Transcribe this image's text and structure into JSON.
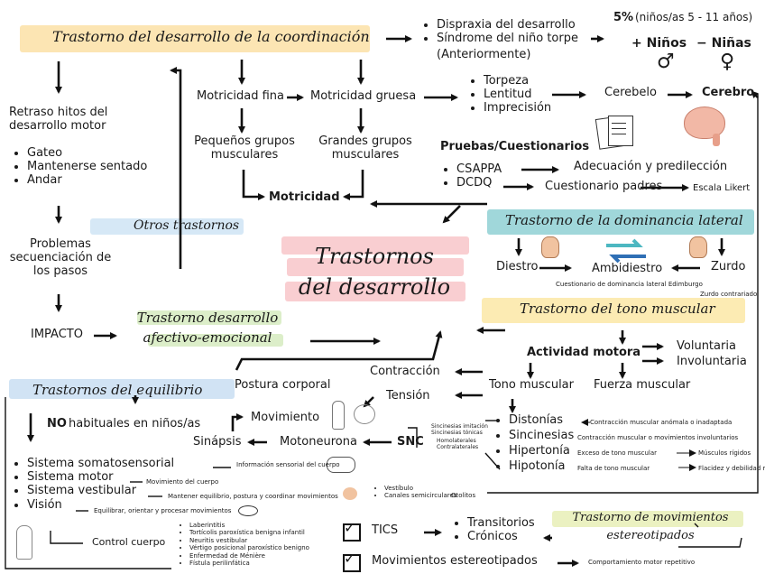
{
  "titles": {
    "coordinacion": "Trastorno del desarrollo de la coordinación",
    "otros": "Otros trastornos",
    "center": "Trastornos del desarrollo",
    "dominancia": "Trastorno de la dominancia lateral",
    "tono": "Trastorno del tono muscular",
    "afectivo": "Trastorno desarrollo afectivo-emocional",
    "equilibrio": "Trastornos del equilibrio",
    "estereotipados": "Trastorno de movimientos estereotipados"
  },
  "dispraxia": {
    "items": [
      "Dispraxia del desarrollo",
      "Síndrome del niño torpe"
    ],
    "note": "(Anteriormente)"
  },
  "stats": {
    "pct": "5%",
    "range": "(niños/as  5 - 11 años)",
    "more": "+ Niños",
    "less": "− Niñas",
    "male": "♂",
    "female": "♀"
  },
  "motricidad": {
    "fina": "Motricidad fina",
    "gruesa": "Motricidad gruesa",
    "pequenos": "Pequeños grupos musculares",
    "grandes": "Grandes grupos musculares",
    "total": "Motricidad"
  },
  "torpeza": [
    "Torpeza",
    "Lentitud",
    "Imprecisión"
  ],
  "cerebelo": "Cerebelo",
  "cerebro": "Cerebro",
  "pruebas": {
    "title": "Pruebas/Cuestionarios",
    "items": [
      "CSAPPA",
      "DCDQ"
    ],
    "adecuacion": "Adecuación y predilección",
    "cuestionario": "Cuestionario padres",
    "escala": "Escala Likert"
  },
  "retraso": {
    "title": "Retraso hitos del desarrollo motor",
    "items": [
      "Gateo",
      "Mantenerse sentado",
      "Andar"
    ],
    "problemas": "Problemas secuenciación de los pasos",
    "impacto": "IMPACTO"
  },
  "lateral": {
    "diestro": "Diestro",
    "ambidiestro": "Ambidiestro",
    "zurdo": "Zurdo",
    "edimburgo": "Cuestionario de dominancia lateral Edimburgo",
    "contrariado": "Zurdo contrariado"
  },
  "tono": {
    "actividad": "Actividad motora",
    "voluntaria": "Voluntaria",
    "involuntaria": "Involuntaria",
    "tonoMuscular": "Tono muscular",
    "fuerza": "Fuerza muscular",
    "contraccion": "Contracción",
    "tension": "Tensión",
    "snc": "SNC",
    "sincinesiasNotes": [
      "Sincinesias imitación",
      "Sincinesias tónicas",
      "Homolaterales",
      "Contralaterales"
    ],
    "items": [
      "Distonías",
      "Sincinesias",
      "Hipertonía",
      "Hipotonía"
    ],
    "notes": [
      "Contracción muscular anómala o inadaptada",
      "Contracción muscular o movimientos involuntarios",
      "Exceso de tono muscular",
      "Falta de tono muscular"
    ],
    "results": [
      "",
      "",
      "Músculos rígidos",
      "Flacidez y debilidad muscular"
    ]
  },
  "equilibrio": {
    "postura": "Postura corporal",
    "movimiento": "Movimiento",
    "sinapsis": "Sinápsis",
    "motoneurona": "Motoneurona",
    "no": "NO",
    "habituales": "habituales en niños/as",
    "sistemas": [
      "Sistema somatosensorial",
      "Sistema motor",
      "Sistema vestibular",
      "Visión"
    ],
    "sistemasNotes": [
      "Información sensorial del cuerpo",
      "Movimiento del cuerpo",
      "Mantener equilibrio, postura y coordinar movimientos",
      "Equilibrar, orientar y procesar movimientos"
    ],
    "vestibulo": [
      "Vestíbulo",
      "Canales semicirculares"
    ],
    "otolitos": "Otolitos",
    "control": "Control cuerpo",
    "enfermedades": [
      "Laberintitis",
      "Tortícolis paroxística benigna infantil",
      "Neuritis vestibular",
      "Vértigo posicional paroxístico benigno",
      "Enfermedad de Ménière",
      "Fístula perilinfática"
    ]
  },
  "tics": {
    "tics": "TICS",
    "transitorios": "Transitorios",
    "cronicos": "Crónicos",
    "movimientos": "Movimientos estereotipados",
    "comportamiento": "Comportamiento motor repetitivo"
  },
  "colors": {
    "yellow": "#fbe7a6",
    "pink": "#f7b9bd",
    "teal": "#8fd1d6",
    "blue": "#c8dff3",
    "green": "#d9ecc1"
  }
}
